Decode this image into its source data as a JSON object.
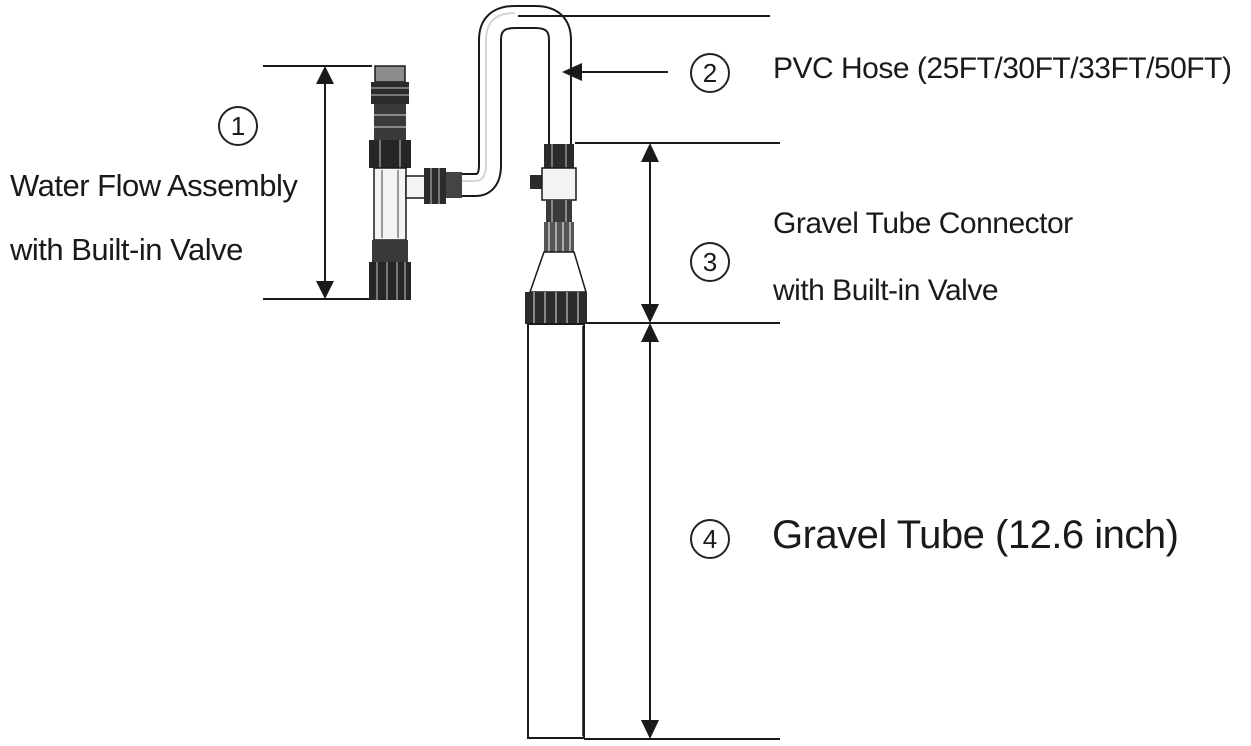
{
  "parts": [
    {
      "id": "1",
      "number": "1",
      "lines": [
        "Water Flow Assembly",
        "with Built-in Valve"
      ]
    },
    {
      "id": "2",
      "number": "2",
      "lines": [
        "PVC Hose (25FT/30FT/33FT/50FT)"
      ]
    },
    {
      "id": "3",
      "number": "3",
      "lines": [
        "Gravel Tube Connector",
        "with Built-in Valve"
      ]
    },
    {
      "id": "4",
      "number": "4",
      "lines": [
        "Gravel Tube (12.6 inch)"
      ]
    }
  ],
  "colors": {
    "line": "#1a1a1a",
    "fitting_dark": "#2b2b2b",
    "fitting_mid": "#6f6f6f",
    "hose_fill": "#ffffff"
  }
}
